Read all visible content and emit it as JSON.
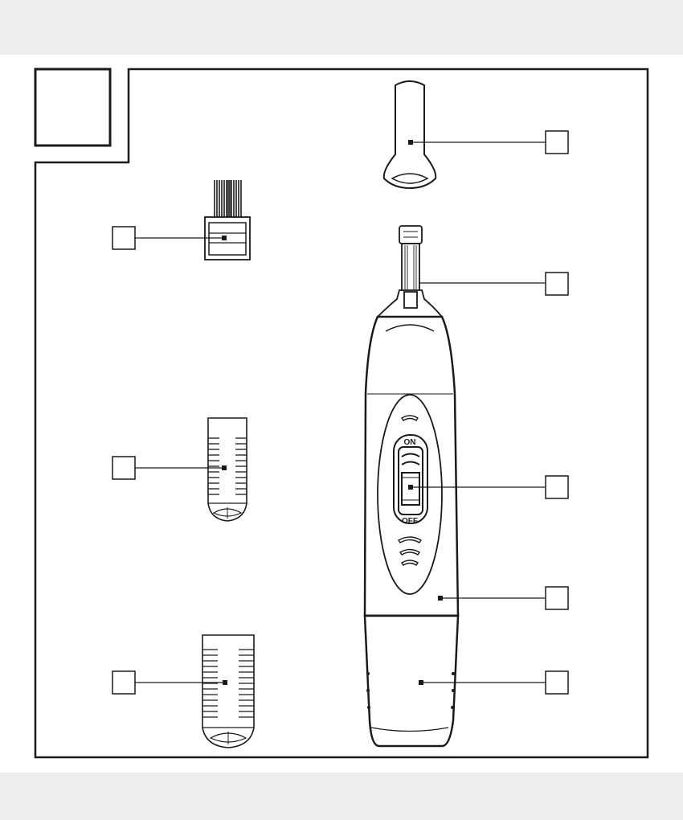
{
  "colors": {
    "band": "#eceeed",
    "stroke": "#1a1a1a",
    "paper": "#ffffff"
  },
  "switch": {
    "on_label": "ON",
    "off_label": "OFF"
  },
  "callouts": [
    {
      "id": "cap",
      "label": ""
    },
    {
      "id": "cutter-head",
      "label": ""
    },
    {
      "id": "power-switch",
      "label": ""
    },
    {
      "id": "device-body",
      "label": ""
    },
    {
      "id": "battery-cover",
      "label": ""
    },
    {
      "id": "brush",
      "label": ""
    },
    {
      "id": "comb-small",
      "label": ""
    },
    {
      "id": "comb-large",
      "label": ""
    }
  ]
}
